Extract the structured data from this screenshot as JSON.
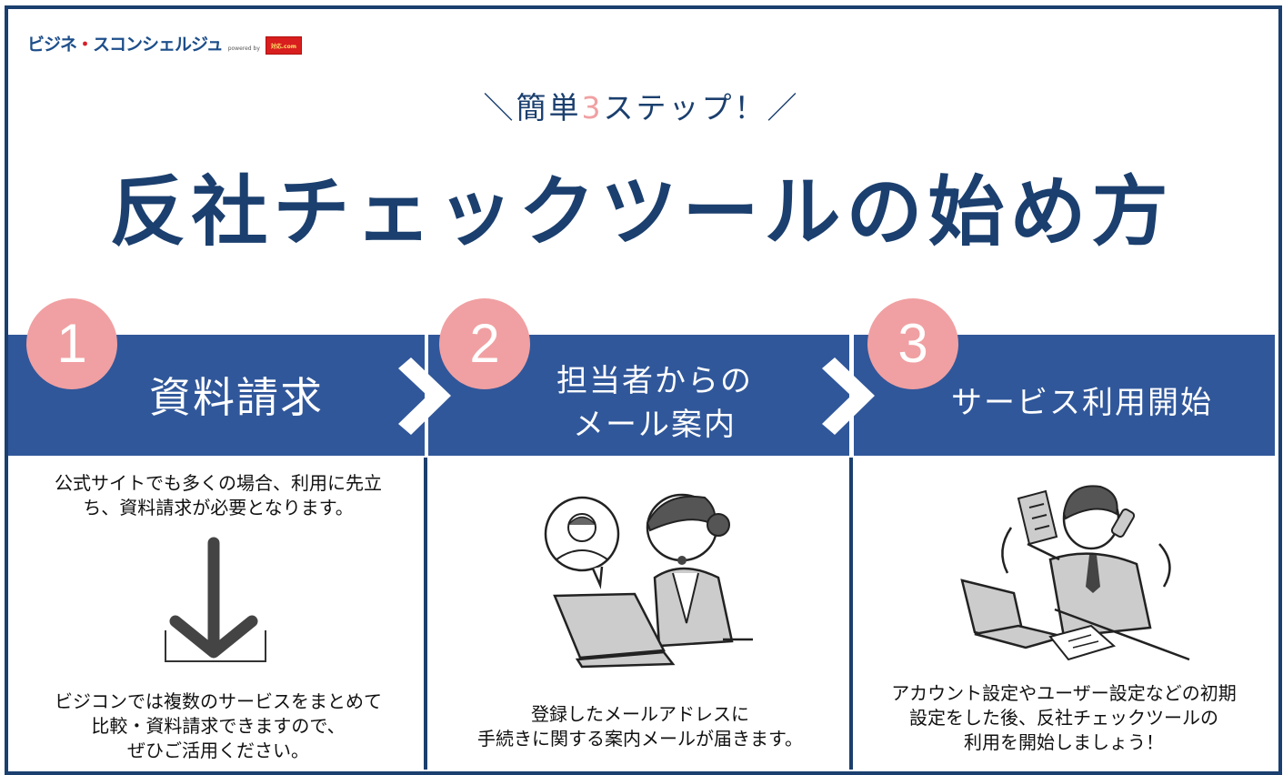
{
  "logo": {
    "text_part1": "ビジネ",
    "dot": "・",
    "text_part2": "スコンシェルジュ",
    "powered_by": "powered by",
    "badge": "対応.com"
  },
  "subtitle": {
    "open_slash": "＼",
    "prefix": "簡単",
    "number": "3",
    "suffix": "ステップ！",
    "close_slash": "／"
  },
  "title": "反社チェックツールの始め方",
  "colors": {
    "navy": "#1b3f6e",
    "band_blue": "#30579a",
    "pink": "#f0a0a2"
  },
  "steps": [
    {
      "number": "1",
      "label": "資料請求",
      "description_top": "公式サイトでも多くの場合、利用に先立ち、資料請求が必要となります。",
      "description_top_lines": [
        "公式サイトでも多くの場合、利用に先立",
        "ち、資料請求が必要となります。"
      ],
      "icon": "download-icon",
      "description_bottom_lines": [
        "ビジコンでは複数のサービスをまとめて",
        "比較・資料請求できますので、",
        "ぜひご活用ください。"
      ]
    },
    {
      "number": "2",
      "label_lines": [
        "担当者からの",
        "メール案内"
      ],
      "icon": "operator-with-laptop-illustration",
      "description_bottom_lines": [
        "登録したメールアドレスに",
        "手続きに関する案内メールが届きます。"
      ]
    },
    {
      "number": "3",
      "label": "サービス利用開始",
      "icon": "busy-businessman-illustration",
      "description_bottom_lines": [
        "アカウント設定やユーザー設定などの初期",
        "設定をした後、反社チェックツールの",
        "利用を開始しましょう！"
      ]
    }
  ]
}
